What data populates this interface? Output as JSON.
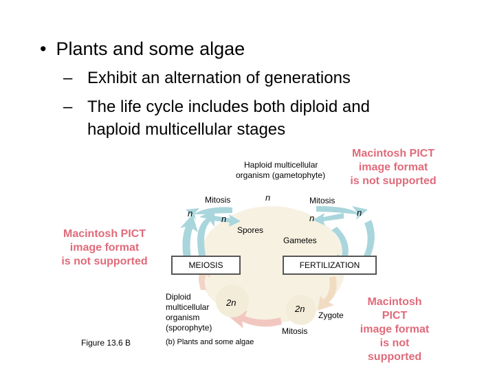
{
  "slide": {
    "bullet": "Plants and some algae",
    "sub1": "Exhibit an alternation of generations",
    "sub2_line1": "The life cycle includes both diploid and",
    "sub2_line2": "haploid multicellular stages"
  },
  "pict": {
    "line1": "Macintosh PICT",
    "line2": "image format",
    "line3": "is not supported"
  },
  "diagram": {
    "haploid_line1": "Haploid multicellular",
    "haploid_line2": "organism (gametophyte)",
    "mitosis": "Mitosis",
    "n": "n",
    "two_n": "2n",
    "spores": "Spores",
    "gametes": "Gametes",
    "meiosis": "MEIOSIS",
    "fertilization": "FERTILIZATION",
    "diploid_line1": "Diploid",
    "diploid_line2": "multicellular",
    "diploid_line3": "organism",
    "diploid_line4": "(sporophyte)",
    "zygote": "Zygote",
    "caption": "(b) Plants and some algae",
    "figure": "Figure 13.6 B"
  },
  "colors": {
    "arrow_teal": "#a9d6dc",
    "arrow_pink": "#f2c7c0",
    "arrow_tan": "#f1dcc2",
    "pict_text": "#e06a7a",
    "blob": "#f3ecd8"
  }
}
